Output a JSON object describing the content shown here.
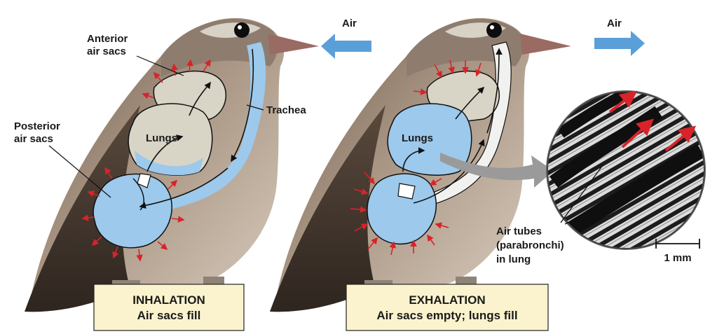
{
  "inhalation": {
    "air_label": "Air",
    "anterior_line1": "Anterior",
    "anterior_line2": "air sacs",
    "trachea": "Trachea",
    "posterior_line1": "Posterior",
    "posterior_line2": "air sacs",
    "lungs": "Lungs",
    "caption_line1": "INHALATION",
    "caption_line2": "Air sacs fill"
  },
  "exhalation": {
    "air_label": "Air",
    "lungs": "Lungs",
    "caption_line1": "EXHALATION",
    "caption_line2": "Air sacs empty; lungs fill"
  },
  "micrograph": {
    "tubes_line1": "Air tubes",
    "tubes_line2": "(parabronchi)",
    "tubes_line3": "in lung",
    "scale": "1 mm"
  },
  "colors": {
    "air": "#9cc9ec",
    "sac_fill": "#d8d4c6",
    "airflow_arrow": "#5b9fd8",
    "pressure_arrow": "#d8232a",
    "caption_box": "#fbf3cd"
  }
}
